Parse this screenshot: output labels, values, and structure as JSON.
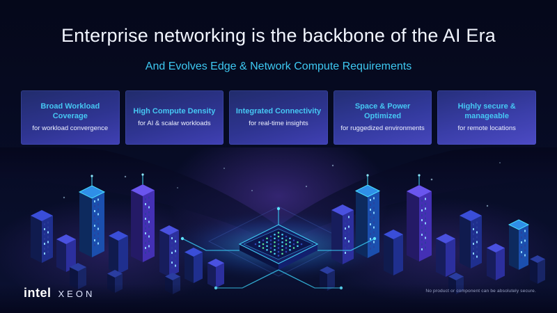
{
  "slide": {
    "title": "Enterprise networking is the backbone of the AI Era",
    "subtitle": "And Evolves Edge & Network Compute Requirements",
    "cards": [
      {
        "heading": "Broad Workload Coverage",
        "body": "for workload convergence"
      },
      {
        "heading": "High Compute Density",
        "body": "for AI & scalar workloads"
      },
      {
        "heading": "Integrated Connectivity",
        "body": "for real-time insights"
      },
      {
        "heading": "Space & Power Optimized",
        "body": "for ruggedized environments"
      },
      {
        "heading": "Highly secure & manageable",
        "body": "for remote locations"
      }
    ],
    "footer": {
      "logo_intel": "intel",
      "logo_xeon": "XEON",
      "disclaimer": "No product or component can be absolutely secure."
    },
    "colors": {
      "accent_cyan": "#3ec9f2",
      "title_white": "#f2f6ff",
      "card_gradient_start": "#212c6c",
      "card_gradient_end": "#4040b4",
      "background": "#070c26"
    }
  }
}
